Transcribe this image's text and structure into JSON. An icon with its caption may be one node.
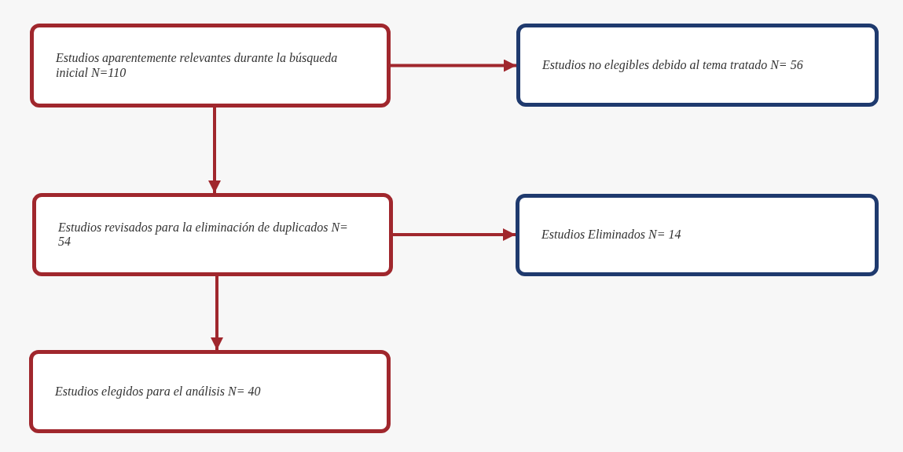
{
  "diagram": {
    "nodes": [
      {
        "text": [
          "Estudios aparentemente relevantes durante la búsqueda inicial N=110"
        ]
      },
      {
        "text": [
          "Estudios no elegibles debido al tema tratado N= 56"
        ]
      },
      {
        "text": [
          "Estudios revisados para la eliminación de duplicados N=  54"
        ]
      },
      {
        "text": [
          "Estudios Eliminados N= 14"
        ]
      },
      {
        "text": [
          "Estudios elegidos para el análisis N= 40"
        ]
      }
    ],
    "edges": [
      {
        "from": 0,
        "to": 1,
        "arrow": "to"
      },
      {
        "from": 0,
        "to": 2,
        "arrow": "to"
      },
      {
        "from": 2,
        "to": 3,
        "arrow": "to"
      },
      {
        "from": 2,
        "to": 4,
        "arrow": "to"
      }
    ]
  }
}
